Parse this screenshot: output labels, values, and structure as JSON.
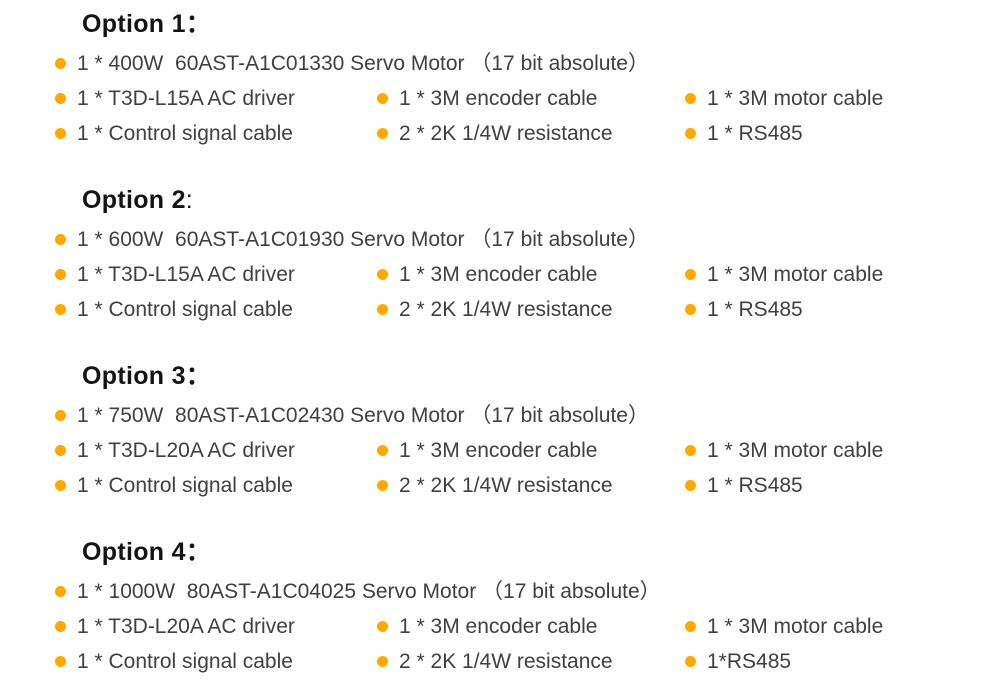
{
  "colors": {
    "page_bg": "#ffffff",
    "bullet_color": "#FFA800",
    "heading_color": "#141414",
    "text_color": "#404040"
  },
  "icons": {
    "bullet": "filled-circle"
  },
  "options": [
    {
      "heading": {
        "name": "Option 1",
        "colon": "："
      },
      "motor_line": "1 * 400W  60AST-A1C01330 Servo Motor （17 bit absolute）",
      "rows": [
        [
          "1 * T3D-L15A AC driver",
          "1 * 3M encoder cable",
          "1 * 3M motor cable"
        ],
        [
          "1 * Control signal cable",
          "2 * 2K 1/4W resistance",
          "1 * RS485"
        ]
      ]
    },
    {
      "heading": {
        "name": "Option 2",
        "colon": ":"
      },
      "motor_line": "1 * 600W  60AST-A1C01930 Servo Motor （17 bit absolute）",
      "rows": [
        [
          "1 * T3D-L15A AC driver",
          "1 * 3M encoder cable",
          "1 * 3M motor cable"
        ],
        [
          "1 * Control signal cable",
          "2 * 2K 1/4W resistance",
          "1 * RS485"
        ]
      ]
    },
    {
      "heading": {
        "name": "Option 3",
        "colon": "："
      },
      "motor_line": "1 * 750W  80AST-A1C02430 Servo Motor （17 bit absolute）",
      "rows": [
        [
          "1 * T3D-L20A AC driver",
          "1 * 3M encoder cable",
          "1 * 3M motor cable"
        ],
        [
          "1 * Control signal cable",
          "2 * 2K 1/4W resistance",
          "1 * RS485"
        ]
      ]
    },
    {
      "heading": {
        "name": "Option 4",
        "colon": "："
      },
      "motor_line": "1 * 1000W  80AST-A1C04025 Servo Motor （17 bit absolute）",
      "rows": [
        [
          "1 * T3D-L20A AC driver",
          "1 * 3M encoder cable",
          "1 * 3M motor cable"
        ],
        [
          "1 * Control signal cable",
          "2 * 2K 1/4W resistance",
          "1*RS485"
        ]
      ]
    }
  ]
}
